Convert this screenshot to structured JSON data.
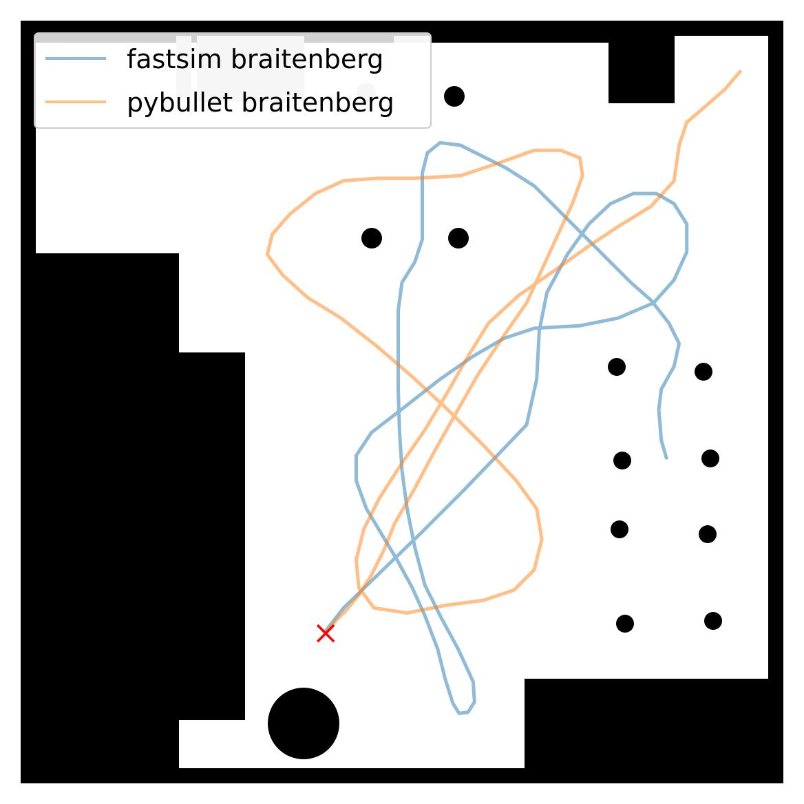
{
  "chart_data": {
    "type": "line",
    "title": "",
    "xlabel": "",
    "ylabel": "",
    "xlim": [
      0,
      600
    ],
    "ylim": [
      600,
      0
    ],
    "grid": false,
    "axes_visible": false,
    "background": "occupancy map (black = walls/obstacles, white = free space)",
    "legend": {
      "placement": "top-left"
    },
    "series": [
      {
        "name": "fastsim braitenberg",
        "color": "#1f77b4",
        "alpha": 0.5,
        "points": [
          [
            240,
            480
          ],
          [
            254,
            462
          ],
          [
            285,
            432
          ],
          [
            316,
            402
          ],
          [
            348,
            370
          ],
          [
            374,
            343
          ],
          [
            398,
            318
          ],
          [
            406,
            282
          ],
          [
            408,
            244
          ],
          [
            414,
            214
          ],
          [
            430,
            184
          ],
          [
            447,
            160
          ],
          [
            464,
            144
          ],
          [
            482,
            136
          ],
          [
            500,
            136
          ],
          [
            514,
            144
          ],
          [
            524,
            160
          ],
          [
            524,
            182
          ],
          [
            514,
            204
          ],
          [
            498,
            222
          ],
          [
            470,
            234
          ],
          [
            440,
            240
          ],
          [
            404,
            242
          ],
          [
            380,
            250
          ],
          [
            356,
            264
          ],
          [
            330,
            282
          ],
          [
            302,
            304
          ],
          [
            276,
            324
          ],
          [
            264,
            342
          ],
          [
            264,
            362
          ],
          [
            272,
            384
          ],
          [
            284,
            404
          ],
          [
            296,
            424
          ],
          [
            308,
            446
          ],
          [
            318,
            468
          ],
          [
            328,
            494
          ],
          [
            334,
            518
          ],
          [
            340,
            537
          ],
          [
            345,
            545
          ],
          [
            352,
            544
          ],
          [
            357,
            536
          ],
          [
            356,
            520
          ],
          [
            344,
            494
          ],
          [
            331,
            470
          ],
          [
            318,
            444
          ],
          [
            310,
            414
          ],
          [
            304,
            384
          ],
          [
            300,
            354
          ],
          [
            298,
            322
          ],
          [
            297,
            290
          ],
          [
            297,
            258
          ],
          [
            297,
            228
          ],
          [
            300,
            206
          ],
          [
            310,
            190
          ],
          [
            316,
            172
          ],
          [
            316,
            150
          ],
          [
            316,
            120
          ],
          [
            320,
            104
          ],
          [
            330,
            96
          ],
          [
            346,
            98
          ],
          [
            362,
            106
          ],
          [
            382,
            116
          ],
          [
            404,
            130
          ],
          [
            424,
            150
          ],
          [
            444,
            170
          ],
          [
            462,
            188
          ],
          [
            480,
            206
          ],
          [
            496,
            220
          ],
          [
            510,
            238
          ],
          [
            518,
            254
          ],
          [
            514,
            272
          ],
          [
            504,
            290
          ],
          [
            502,
            306
          ],
          [
            504,
            330
          ],
          [
            508,
            344
          ]
        ]
      },
      {
        "name": "pybullet braitenberg",
        "color": "#ff7f0e",
        "alpha": 0.5,
        "points": [
          [
            240,
            482
          ],
          [
            248,
            472
          ],
          [
            256,
            464
          ],
          [
            266,
            452
          ],
          [
            276,
            436
          ],
          [
            286,
            416
          ],
          [
            294,
            396
          ],
          [
            310,
            368
          ],
          [
            326,
            338
          ],
          [
            344,
            306
          ],
          [
            360,
            278
          ],
          [
            380,
            248
          ],
          [
            398,
            222
          ],
          [
            410,
            196
          ],
          [
            420,
            174
          ],
          [
            434,
            144
          ],
          [
            442,
            122
          ],
          [
            440,
            108
          ],
          [
            425,
            102
          ],
          [
            404,
            102
          ],
          [
            376,
            112
          ],
          [
            346,
            122
          ],
          [
            310,
            124
          ],
          [
            280,
            124
          ],
          [
            254,
            126
          ],
          [
            232,
            136
          ],
          [
            212,
            152
          ],
          [
            198,
            168
          ],
          [
            194,
            184
          ],
          [
            206,
            200
          ],
          [
            226,
            218
          ],
          [
            252,
            234
          ],
          [
            280,
            256
          ],
          [
            308,
            280
          ],
          [
            336,
            306
          ],
          [
            364,
            334
          ],
          [
            390,
            362
          ],
          [
            406,
            384
          ],
          [
            410,
            408
          ],
          [
            404,
            432
          ],
          [
            388,
            448
          ],
          [
            364,
            456
          ],
          [
            334,
            460
          ],
          [
            304,
            466
          ],
          [
            278,
            462
          ],
          [
            266,
            446
          ],
          [
            264,
            424
          ],
          [
            270,
            400
          ],
          [
            282,
            376
          ],
          [
            300,
            348
          ],
          [
            318,
            322
          ],
          [
            336,
            292
          ],
          [
            352,
            264
          ],
          [
            368,
            238
          ],
          [
            392,
            216
          ],
          [
            418,
            198
          ],
          [
            446,
            178
          ],
          [
            470,
            162
          ],
          [
            496,
            146
          ],
          [
            514,
            126
          ],
          [
            518,
            98
          ],
          [
            524,
            80
          ],
          [
            538,
            68
          ],
          [
            554,
            54
          ],
          [
            566,
            40
          ]
        ]
      }
    ],
    "annotations": [
      {
        "type": "marker",
        "symbol": "x",
        "color": "#ff0000",
        "x": 240,
        "y": 482
      }
    ]
  }
}
